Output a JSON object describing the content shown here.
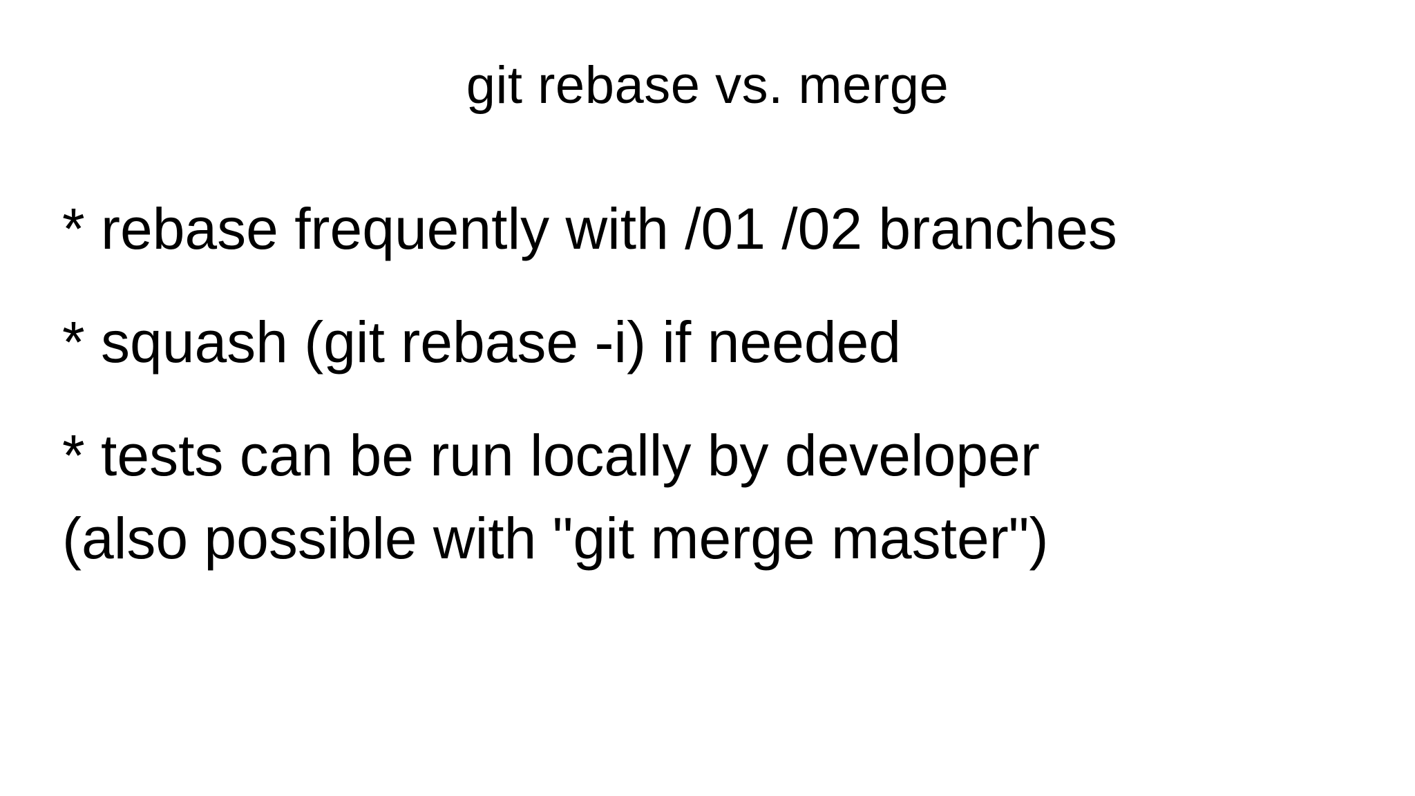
{
  "page": {
    "background_color": "#ffffff",
    "text_color": "#000000"
  },
  "slide": {
    "title": "git rebase vs. merge",
    "bullets": [
      {
        "text": "* rebase frequently with /01 /02 branches"
      },
      {
        "text": "* squash (git rebase -i) if needed"
      },
      {
        "text": "* tests can be run locally by developer\n(also possible with \"git merge master\")"
      }
    ]
  }
}
